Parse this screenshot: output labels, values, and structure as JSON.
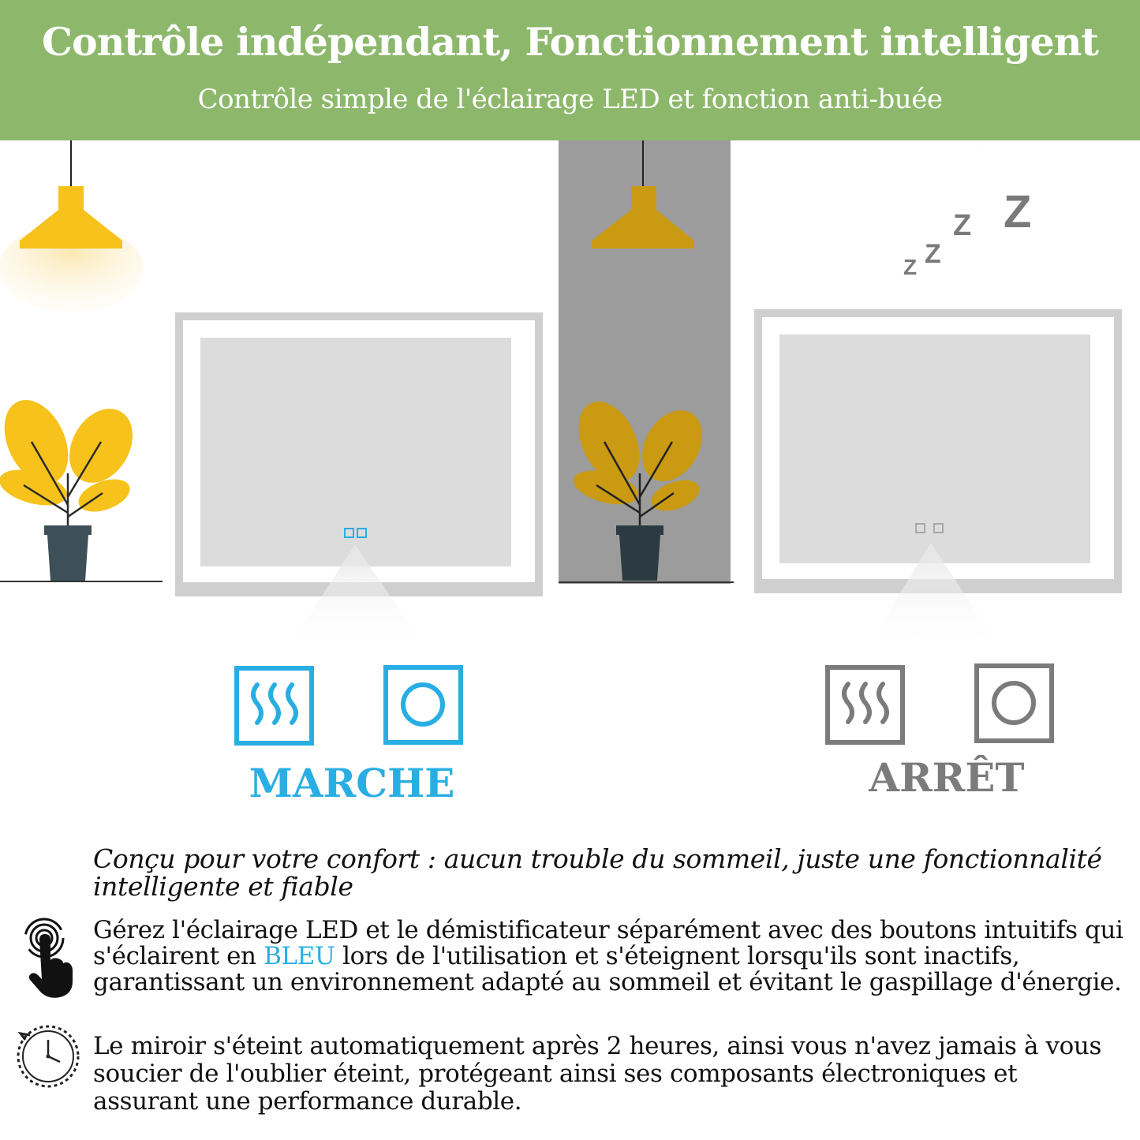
{
  "header": {
    "title": "Contrôle indépendant, Fonctionnement intelligent",
    "subtitle": "Contrôle simple de l'éclairage LED et fonction anti-buée",
    "background": "#8db86c"
  },
  "states": {
    "on": {
      "label": "MARCHE",
      "color": "#29aee3",
      "icons": [
        "defog-icon",
        "light-icon"
      ]
    },
    "off": {
      "label": "ARRÊT",
      "color": "#7b7b7b",
      "icons": [
        "defog-icon",
        "light-icon"
      ]
    }
  },
  "features": {
    "intro": "Conçu pour votre confort : aucun trouble du sommeil, juste une fonctionnalité intelligente et fiable",
    "buttons": {
      "icon": "touch-hand-icon",
      "text_before": "Gérez l'éclairage LED et le démistificateur séparément avec des boutons intuitifs qui s'éclairent en",
      "highlight": "BLEU",
      "text_after": "lors de l'utilisation et s'éteignent lorsqu'ils sont inactifs, garantissant un environnement adapté au sommeil et évitant le gaspillage d'énergie."
    },
    "timer": {
      "icon": "timer-clock-icon",
      "text": "Le miroir s'éteint automatiquement après 2 heures, ainsi vous n'avez jamais à vous soucier de l'oublier éteint, protégeant ainsi ses composants électroniques et assurant une performance durable."
    }
  },
  "colors": {
    "lamp": "#f7c21b",
    "lamp_dim": "#c99a12",
    "pot": "#3d4f59",
    "night_panel": "#9c9c9c",
    "mirror_frame": "#d9d9d9",
    "mirror_glass": "#dcdcdc",
    "moon": "#f7c21b",
    "sleep_z": "#7a7a7a"
  }
}
